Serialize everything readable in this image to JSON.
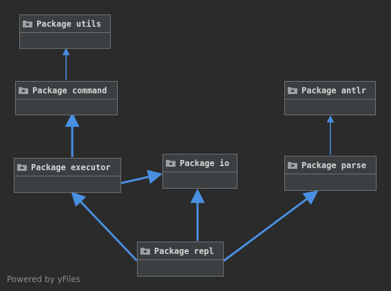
{
  "nodes": {
    "utils": "Package utils",
    "command": "Package command",
    "antlr": "Package antlr",
    "executor": "Package executor",
    "io": "Package io",
    "parse": "Package parse",
    "repl": "Package repl"
  },
  "footer": "Powered by yFiles",
  "colors": {
    "background": "#2b2b2b",
    "node_fill": "#3b3f41",
    "node_border": "#6f7375",
    "edge": "#4a90e2",
    "text": "#d6d6d6"
  },
  "icon": "folder-icon"
}
